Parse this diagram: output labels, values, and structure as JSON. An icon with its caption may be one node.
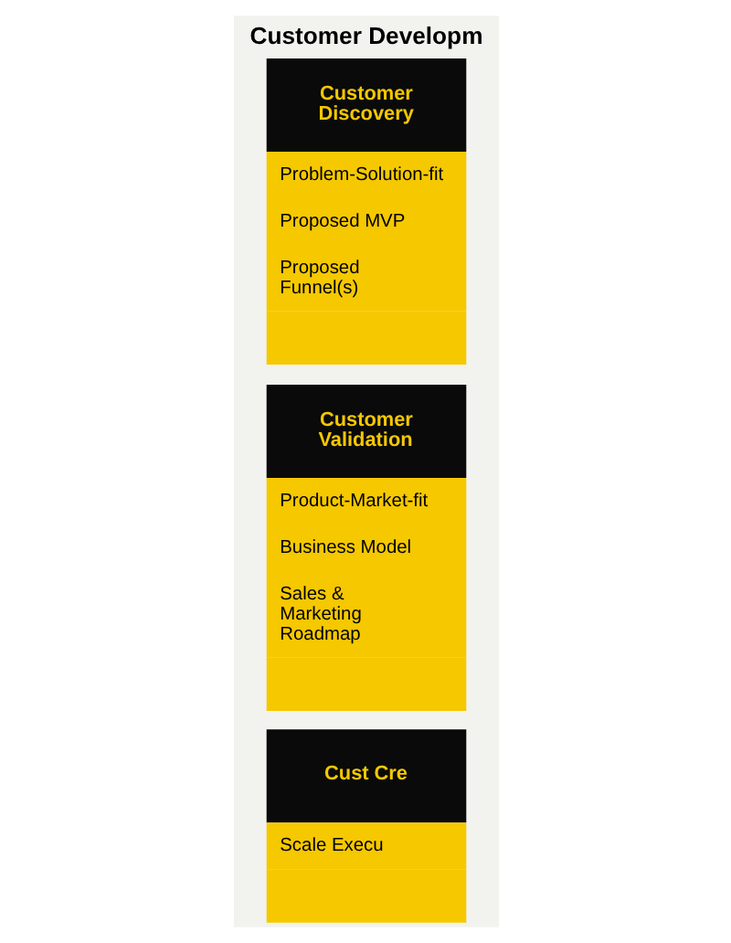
{
  "diagram": {
    "title": "Customer Developm",
    "nodes": [
      {
        "text": [
          "Customer Discovery",
          "Problem-Solution-fit",
          "Proposed MVP",
          "Proposed Funnel(s)"
        ]
      },
      {
        "text": [
          "Customer Validation",
          "Product-Market-fit",
          "Business Model",
          "Sales & Marketing Roadmap"
        ]
      },
      {
        "text": [
          "Cust Cre",
          "Scale Execu"
        ]
      }
    ]
  }
}
